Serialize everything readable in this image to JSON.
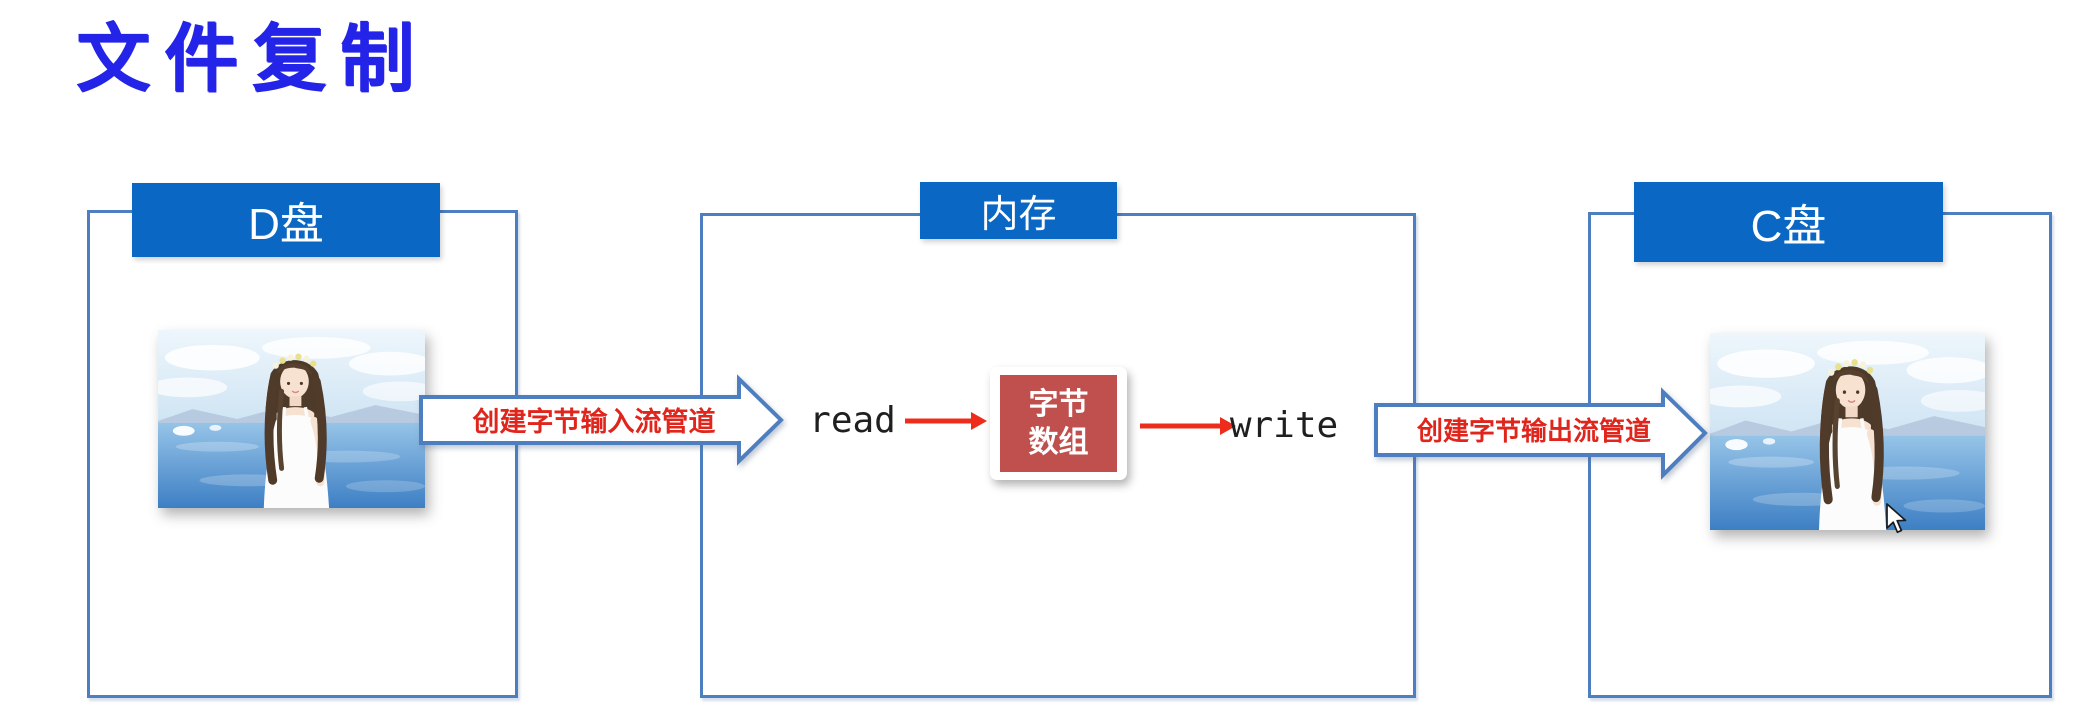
{
  "title": "文件复制",
  "panels": {
    "d_drive": {
      "label": "D盘"
    },
    "memory": {
      "label": "内存"
    },
    "c_drive": {
      "label": "C盘"
    }
  },
  "pipes": {
    "input_label": "创建字节输入流管道",
    "output_label": "创建字节输出流管道"
  },
  "memory_flow": {
    "read_label": "read",
    "write_label": "write",
    "byte_array": {
      "line1": "字节",
      "line2": "数组"
    }
  },
  "colors": {
    "title_blue": "#2424e8",
    "banner_blue": "#0a68c4",
    "panel_border_blue": "#4d7ebf",
    "pipe_text_red": "#e0251c",
    "arrow_red": "#ed2c1c",
    "byte_box_red": "#c0504d"
  }
}
